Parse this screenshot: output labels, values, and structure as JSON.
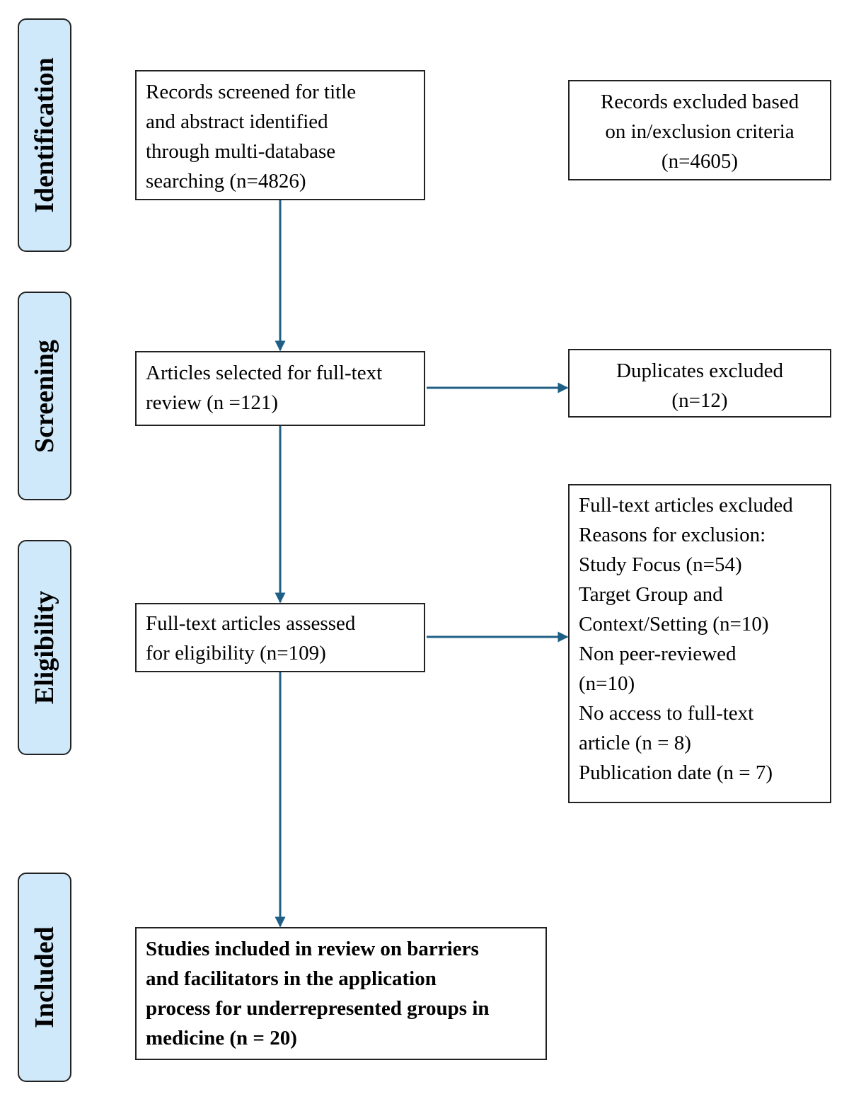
{
  "stages": [
    {
      "id": "identification",
      "label": "Identification"
    },
    {
      "id": "screening",
      "label": "Screening"
    },
    {
      "id": "eligibility",
      "label": "Eligibility"
    },
    {
      "id": "included",
      "label": "Included"
    }
  ],
  "boxes": {
    "records_screened": {
      "lines": [
        "Records screened for title",
        "and abstract identified",
        "through multi-database",
        "searching (n=4826)"
      ]
    },
    "records_excluded": {
      "lines": [
        "Records excluded based",
        "on in/exclusion criteria",
        "(n=4605)"
      ]
    },
    "articles_selected": {
      "lines": [
        "Articles selected for full-text",
        "review (n =121)"
      ]
    },
    "duplicates_excluded": {
      "lines": [
        "Duplicates excluded",
        "(n=12)"
      ]
    },
    "fulltext_assessed": {
      "lines": [
        "Full-text articles assessed",
        "for eligibility (n=109)"
      ]
    },
    "fulltext_excluded": {
      "lines": [
        "Full-text articles excluded",
        "Reasons for exclusion:",
        "Study Focus (n=54)",
        "Target Group and",
        "Context/Setting (n=10)",
        "Non peer-reviewed",
        "(n=10)",
        "No access to full-text",
        "article (n = 8)",
        "Publication date (n = 7)"
      ]
    },
    "studies_included": {
      "lines": [
        "Studies included in review on barriers",
        "and facilitators in the application",
        "process for underrepresented groups in",
        "medicine (n = 20)"
      ]
    }
  },
  "colors": {
    "arrow": "#1f5f86",
    "stage_fill": "#cfe9fb",
    "border": "#222222"
  }
}
